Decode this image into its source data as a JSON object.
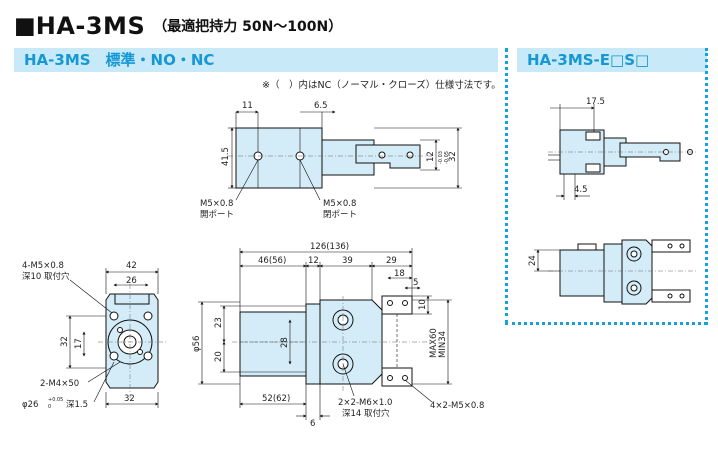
{
  "header": {
    "square": "■",
    "title": "HA-3MS",
    "subtitle": "（最適把持力 50N～100N）"
  },
  "bars": {
    "left": "HA-3MS　標準・NO・NC",
    "right": "HA-3MS-E□S□"
  },
  "note": "※（　）内はNC（ノーマル・クローズ）仕様寸法です。",
  "top_view": {
    "dims": [
      "11",
      "6.5",
      "41.5",
      "12",
      "-0.03",
      "-0.05",
      "32"
    ],
    "port_a": [
      "M5×0.8",
      "開ポート"
    ],
    "port_b": [
      "M5×0.8",
      "閉ポート"
    ]
  },
  "side_view": {
    "dims": [
      "42",
      "26",
      "32",
      "17",
      "32"
    ],
    "labels": [
      "4-M5×0.8",
      "深10 取付穴",
      "2-M4×50",
      "φ26",
      "+0.05",
      "0",
      "深1.5"
    ]
  },
  "front_view": {
    "dims": [
      "126(136)",
      "46(56)",
      "12",
      "39",
      "29",
      "18",
      "5",
      "10",
      "φ56",
      "23",
      "20",
      "28",
      "MAX60",
      "MIN34",
      "52(62)",
      "6"
    ],
    "labels": [
      "2×2-M6×1.0",
      "深14 取付穴",
      "4×2-M5×0.8"
    ]
  },
  "right_view": {
    "dims": [
      "17.5",
      "4.5",
      "24"
    ]
  }
}
